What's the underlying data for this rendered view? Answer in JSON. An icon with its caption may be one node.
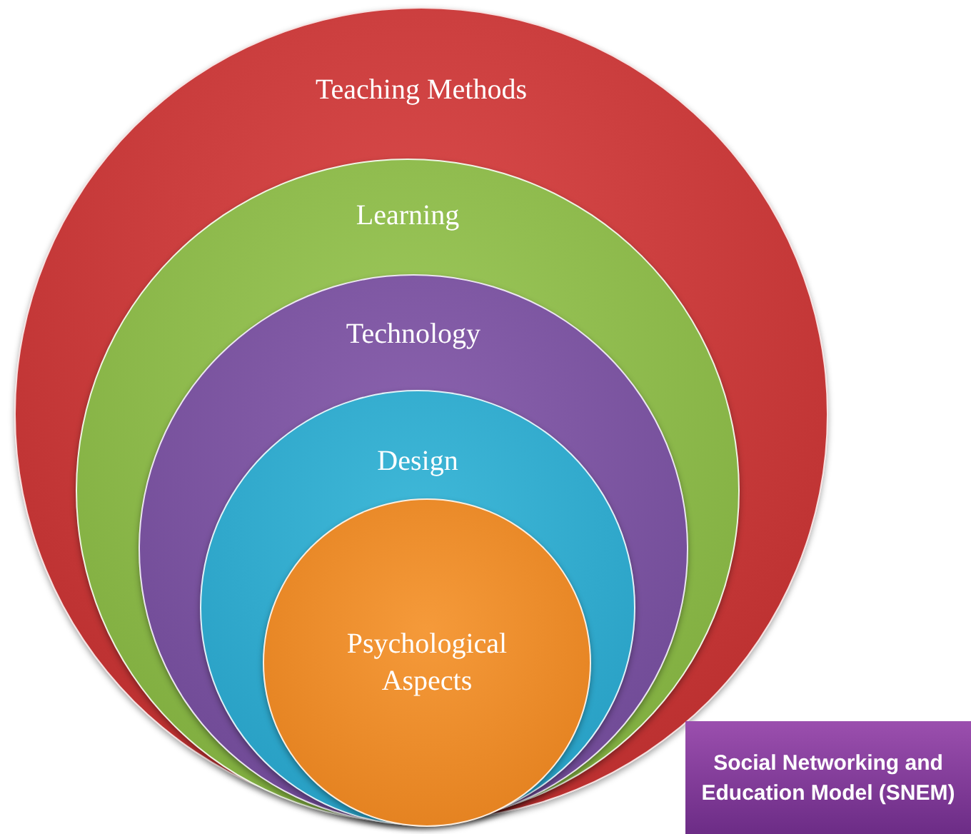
{
  "diagram": {
    "nodes": [
      {
        "text": [
          "Teaching Methods"
        ]
      },
      {
        "text": [
          "Learning"
        ],
        "in": 0
      },
      {
        "text": [
          "Technology"
        ],
        "in": 1
      },
      {
        "text": [
          "Design"
        ],
        "in": 2
      },
      {
        "text": [
          "Psychological Aspects"
        ],
        "in": 3
      },
      {
        "text": [
          "Social Networking and Education Model (SNEM)"
        ]
      }
    ],
    "edges": []
  }
}
